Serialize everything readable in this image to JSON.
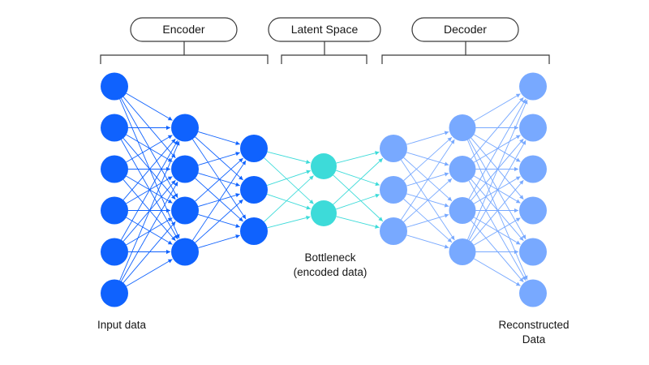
{
  "sections": {
    "encoder": "Encoder",
    "latent": "Latent Space",
    "decoder": "Decoder"
  },
  "labels": {
    "input": "Input data",
    "bottleneck_line1": "Bottleneck",
    "bottleneck_line2": "(encoded data)",
    "reconstructed_line1": "Reconstructed",
    "reconstructed_line2": "Data"
  },
  "network": {
    "layer_sizes": [
      6,
      4,
      3,
      2,
      3,
      4,
      6
    ],
    "layer_colors": [
      "#0f62fe",
      "#0f62fe",
      "#0f62fe",
      "#3ddbd9",
      "#78a9ff",
      "#78a9ff",
      "#78a9ff"
    ]
  },
  "colors": {
    "encoder": "#0f62fe",
    "latent": "#3ddbd9",
    "decoder": "#78a9ff",
    "bracket": "#393939",
    "pill_border": "#393939",
    "text": "#161616"
  }
}
